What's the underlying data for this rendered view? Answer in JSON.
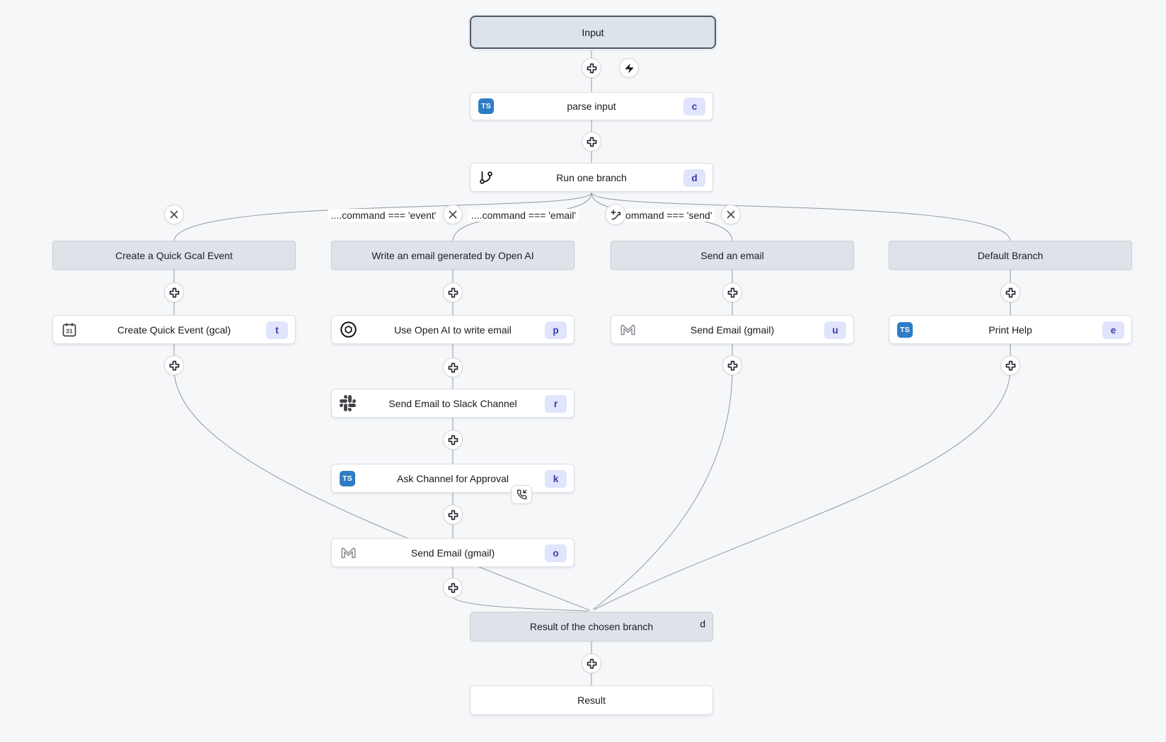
{
  "icons": {
    "ts_label": "TS"
  },
  "colors": {
    "canvas_bg": "#f6f7f9",
    "edge": "#9aa1a9",
    "ts_blue": "#2e7cc5",
    "badge_bg": "#e0e4fc",
    "badge_text": "#3839a8",
    "header_fill": "#dde3e9"
  },
  "nodes": {
    "input": {
      "label": "Input"
    },
    "parse_input": {
      "label": "parse input",
      "badge": "c"
    },
    "run_one_branch": {
      "label": "Run one branch",
      "badge": "d"
    },
    "result_branch": {
      "label": "Result of the chosen branch",
      "badge": "d"
    },
    "result": {
      "label": "Result"
    }
  },
  "conditions": [
    {
      "label": "....command === 'event'"
    },
    {
      "label": "....command === 'email'"
    },
    {
      "label": "....command === 'send'"
    }
  ],
  "branches": [
    {
      "header": "Create a Quick Gcal Event",
      "steps": [
        {
          "label": "Create Quick Event (gcal)",
          "badge": "t"
        }
      ]
    },
    {
      "header": "Write an email generated by Open AI",
      "steps": [
        {
          "label": "Use Open AI to write email",
          "badge": "p"
        },
        {
          "label": "Send Email to Slack Channel",
          "badge": "r"
        },
        {
          "label": "Ask Channel for Approval",
          "badge": "k"
        },
        {
          "label": "Send Email (gmail)",
          "badge": "o"
        }
      ]
    },
    {
      "header": "Send an email",
      "steps": [
        {
          "label": "Send Email (gmail)",
          "badge": "u"
        }
      ]
    },
    {
      "header": "Default Branch",
      "steps": [
        {
          "label": "Print Help",
          "badge": "e"
        }
      ]
    }
  ]
}
